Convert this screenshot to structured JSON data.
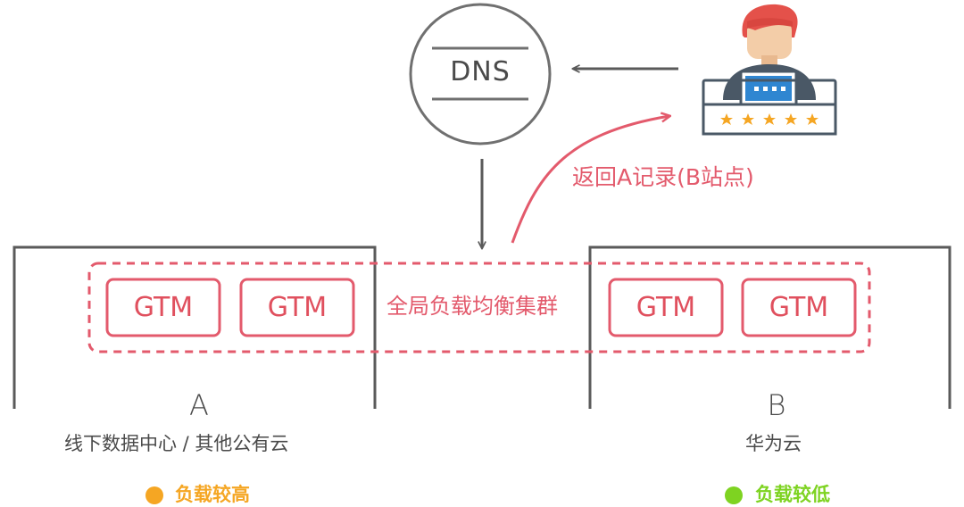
{
  "dns": {
    "label": "DNS"
  },
  "return_record": {
    "label": "返回A记录(B站点)"
  },
  "cluster": {
    "label": "全局负载均衡集群"
  },
  "gtm_nodes": [
    "GTM",
    "GTM",
    "GTM",
    "GTM"
  ],
  "site_a": {
    "letter": "A",
    "description": "线下数据中心 / 其他公有云",
    "load_label": "负载较高",
    "load_color": "#f5a623"
  },
  "site_b": {
    "letter": "B",
    "description": "华为云",
    "load_label": "负载较低",
    "load_color": "#7ed321"
  },
  "colors": {
    "accent": "#e35a6c",
    "line": "#5a5a5a",
    "user_hair": "#e4514a",
    "user_skin": "#f3cda8",
    "user_shirt": "#4a5866",
    "monitor_screen": "#2f86d1",
    "star": "#f5a623"
  },
  "icons": {
    "user": "customer-service-operator-icon"
  }
}
